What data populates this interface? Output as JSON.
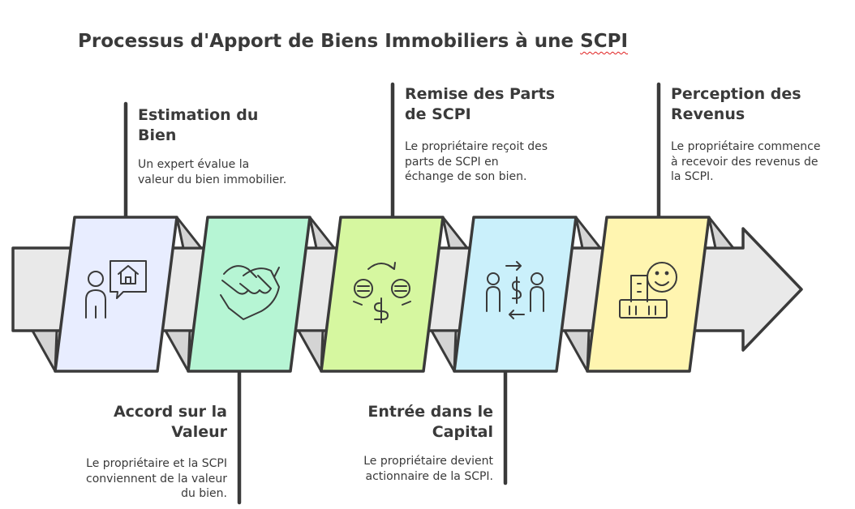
{
  "title_main": "Processus d'Apport de Biens Immobiliers à une ",
  "title_mark": "SCPI",
  "steps": [
    {
      "title_l1": "Estimation du",
      "title_l2": "Bien",
      "desc_l1": "Un expert évalue la",
      "desc_l2": "valeur du bien immobilier.",
      "desc_l3": "",
      "icon": "person-house-speech-icon",
      "color": "#e8edff"
    },
    {
      "title_l1": "Accord sur la",
      "title_l2": "Valeur",
      "desc_l1": "Le propriétaire et la SCPI",
      "desc_l2": "conviennent de la valeur",
      "desc_l3": "du bien.",
      "icon": "handshake-icon",
      "color": "#b6f5d4"
    },
    {
      "title_l1": "Remise des Parts",
      "title_l2": "de SCPI",
      "desc_l1": "Le propriétaire reçoit des",
      "desc_l2": "parts de SCPI en",
      "desc_l3": "échange de son bien.",
      "icon": "coin-exchange-icon",
      "color": "#d6f7a0"
    },
    {
      "title_l1": "Entrée dans le",
      "title_l2": "Capital",
      "desc_l1": "Le propriétaire devient",
      "desc_l2": "actionnaire de la SCPI.",
      "desc_l3": "",
      "icon": "people-money-transfer-icon",
      "color": "#caf0fb"
    },
    {
      "title_l1": "Perception des",
      "title_l2": "Revenus",
      "desc_l1": "Le propriétaire commence",
      "desc_l2": "à recevoir des revenus de",
      "desc_l3": "la SCPI.",
      "icon": "happy-income-icon",
      "color": "#fff5b0"
    }
  ],
  "colors": {
    "ink": "#3a3a3a",
    "arrow_fill": "#e9e9e9",
    "arrow_fold": "#d2d2d2"
  }
}
